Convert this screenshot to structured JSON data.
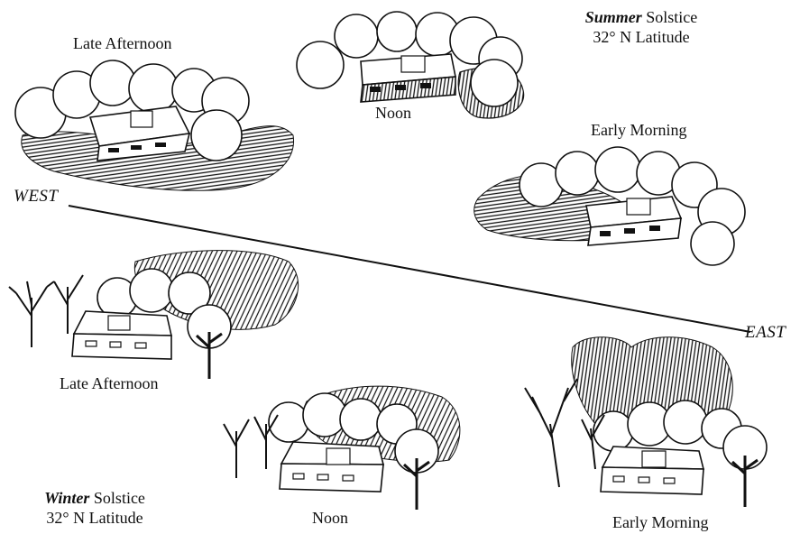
{
  "summer": {
    "title_emphasis": "Summer",
    "title_rest": " Solstice",
    "latitude": "32° N Latitude",
    "late_afternoon": "Late Afternoon",
    "noon": "Noon",
    "early_morning": "Early Morning"
  },
  "winter": {
    "title_emphasis": "Winter",
    "title_rest": " Solstice",
    "latitude": "32° N Latitude",
    "late_afternoon": "Late Afternoon",
    "noon": "Noon",
    "early_morning": "Early Morning"
  },
  "axis": {
    "west": "WEST",
    "east": "EAST"
  }
}
